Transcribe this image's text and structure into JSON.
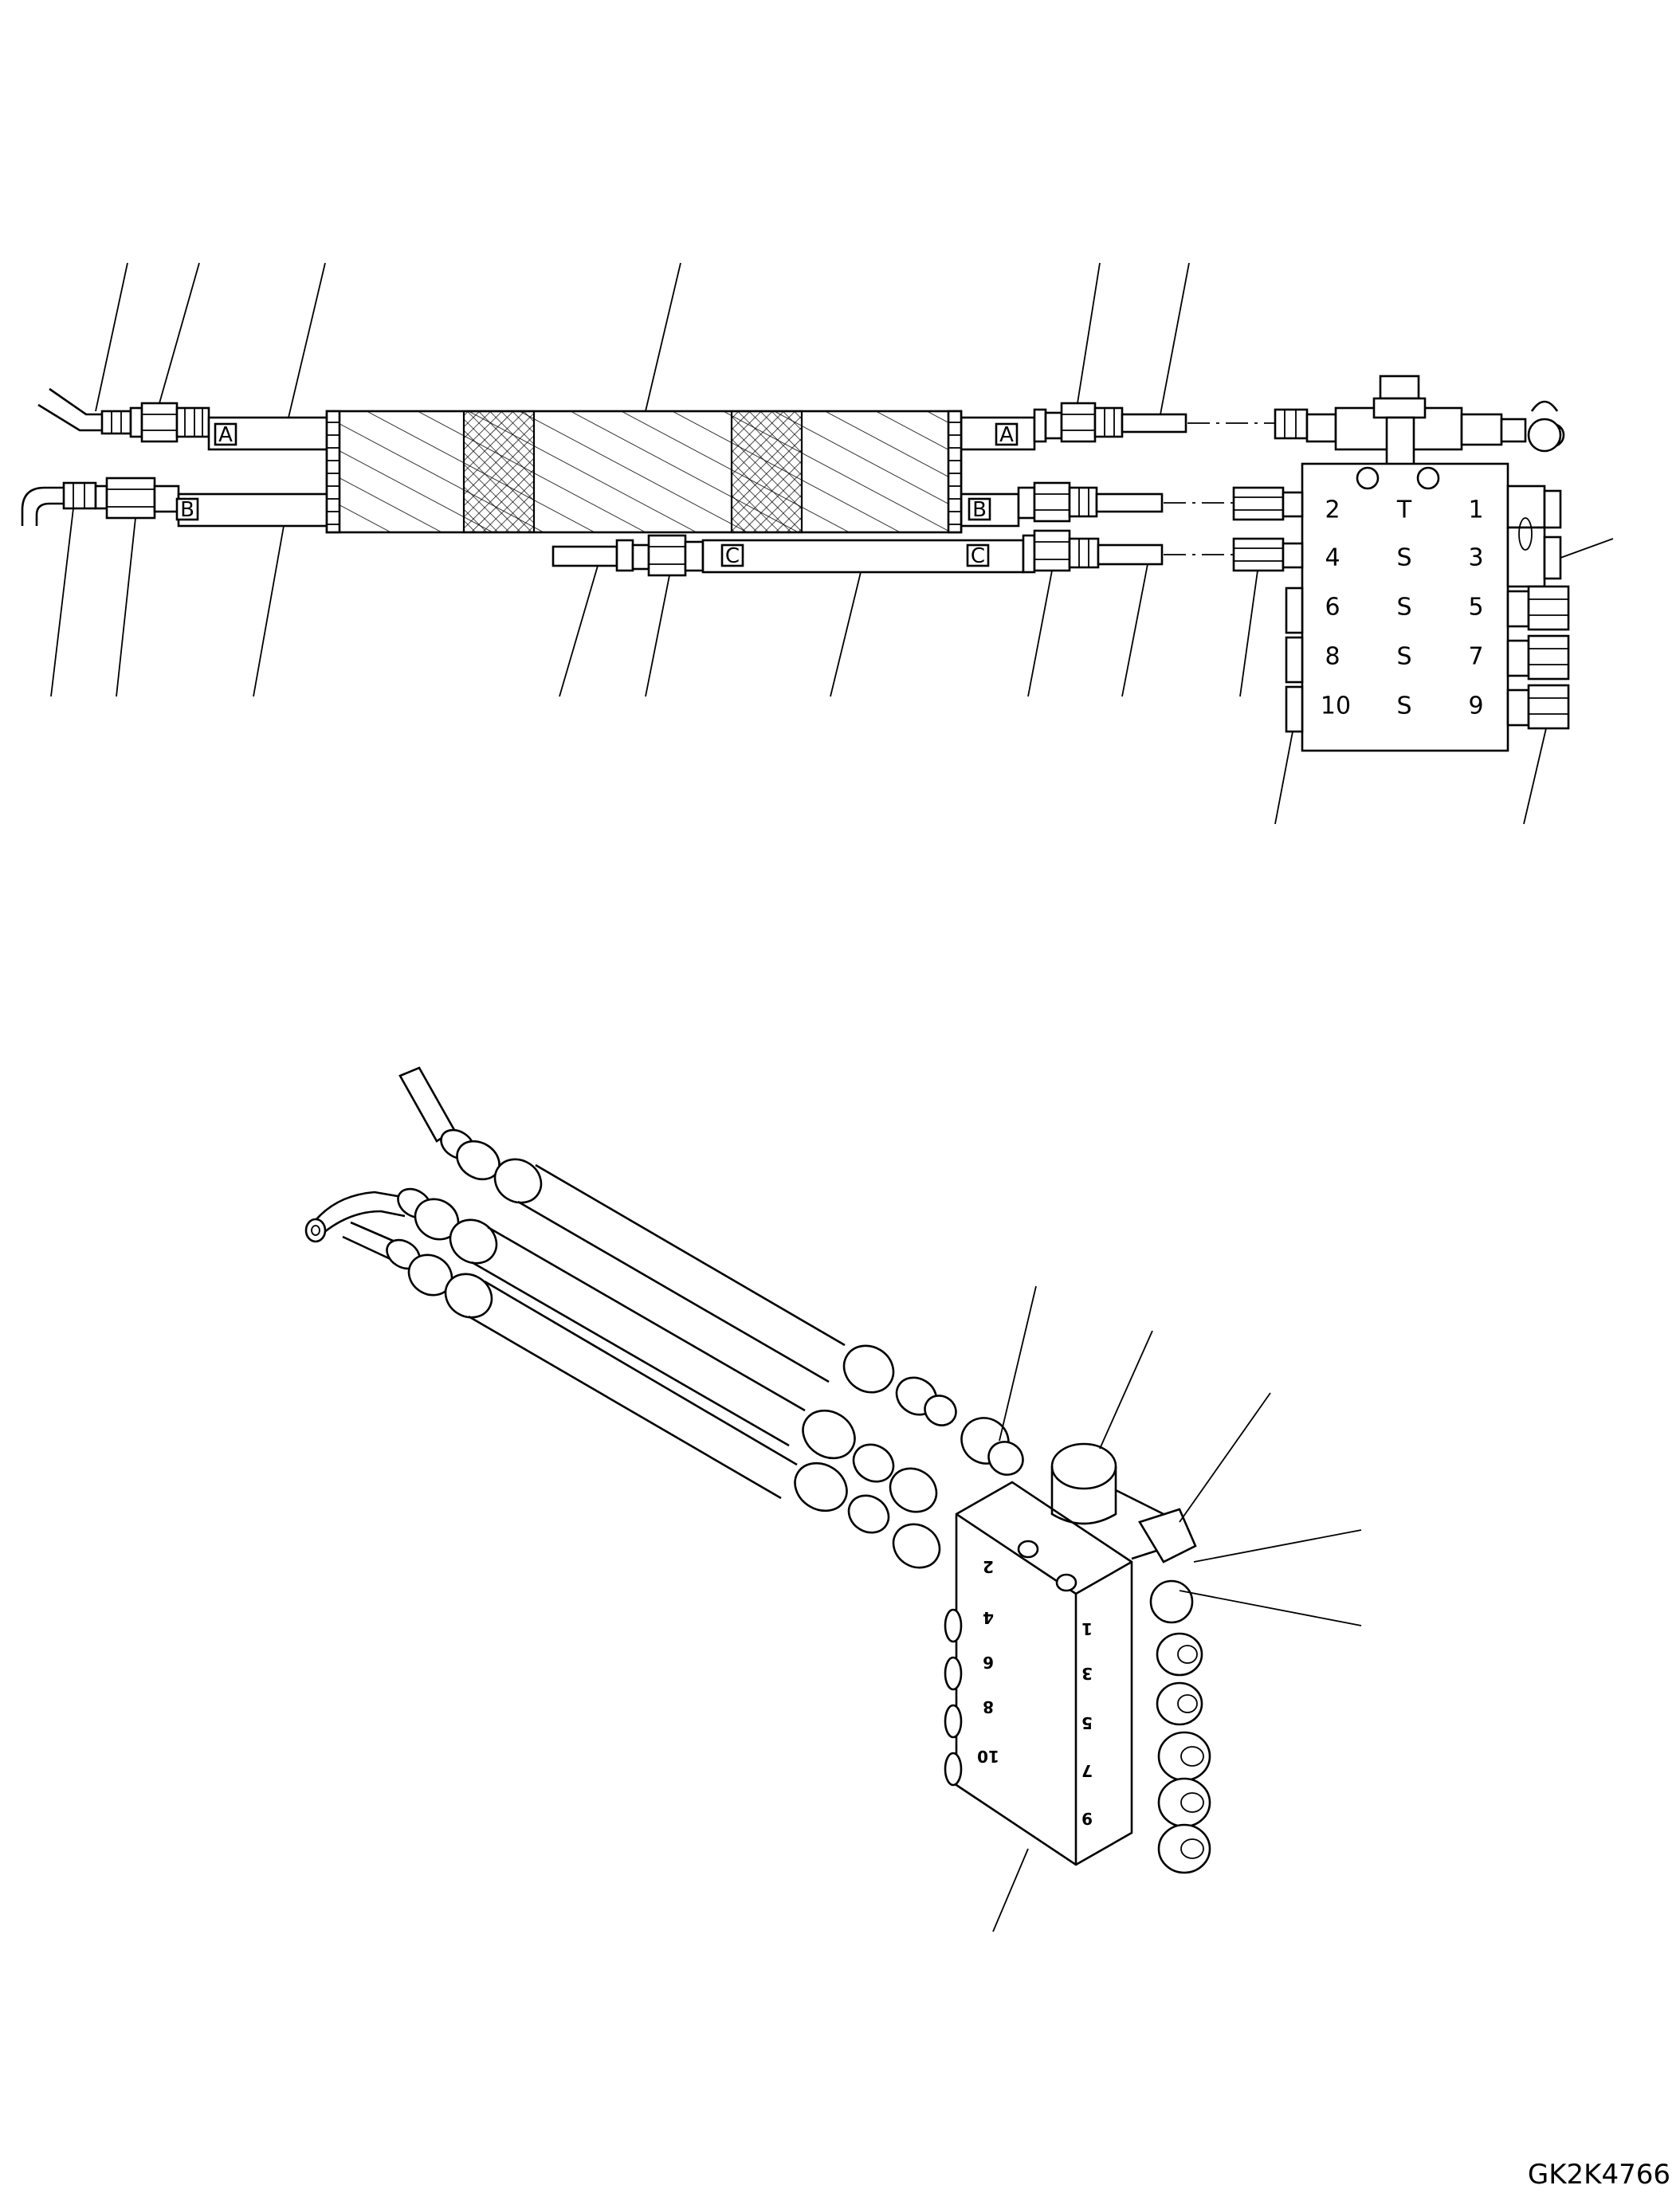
{
  "hose_labels": {
    "a_left": "A",
    "b_left": "B",
    "a_right": "A",
    "b_right": "B",
    "c_left": "C",
    "c_right": "C"
  },
  "manifold_ports": {
    "p2": "2",
    "pT": "T",
    "p1": "1",
    "p4": "4",
    "pS1": "S",
    "p3": "3",
    "p6": "6",
    "pS2": "S",
    "p5": "5",
    "p8": "8",
    "pS3": "S",
    "p7": "7",
    "p10": "10",
    "pS4": "S",
    "p9": "9"
  },
  "iso_ports": {
    "p2": "2",
    "p4": "4",
    "p6": "6",
    "p8": "8",
    "p10": "10",
    "p1": "1",
    "p3": "3",
    "p5": "5",
    "p7": "7",
    "p9": "9"
  },
  "drawing_code": "GK2K4766"
}
